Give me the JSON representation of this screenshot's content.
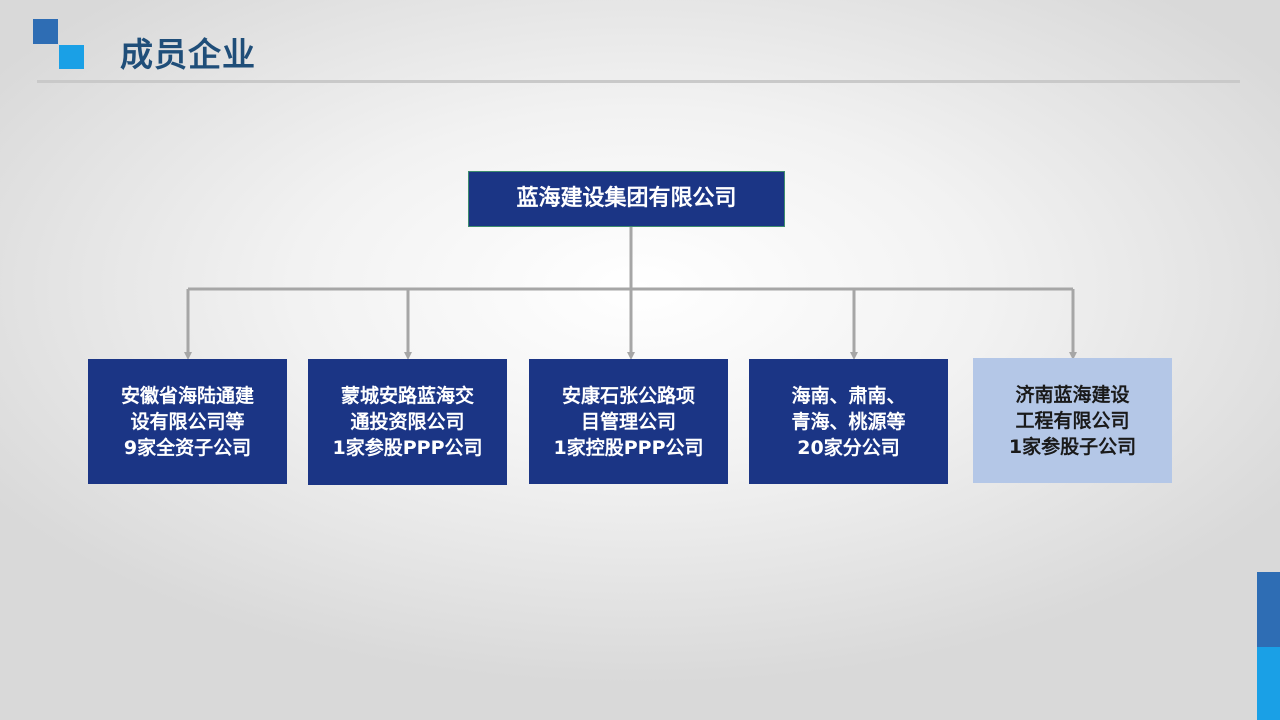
{
  "title": "成员企业",
  "root": {
    "label": "蓝海建设集团有限公司"
  },
  "children": [
    {
      "lines": [
        "安徽省海陆通建",
        "设有限公司等",
        "9家全资子公司"
      ]
    },
    {
      "lines": [
        "蒙城安路蓝海交",
        "通投资限公司",
        "1家参股PPP公司"
      ]
    },
    {
      "lines": [
        "安康石张公路项",
        "目管理公司",
        "1家控股PPP公司"
      ]
    },
    {
      "lines": [
        "海南、肃南、",
        "青海、桃源等",
        "20家分公司"
      ]
    },
    {
      "lines": [
        "济南蓝海建设",
        "工程有限公司",
        "1家参股子公司"
      ]
    }
  ],
  "colors": {
    "title": "#1f4e79",
    "box_dark": "#1b3585",
    "box_light": "#b4c7e7",
    "connector": "#a6a6a6",
    "accent_dark": "#2e6db4",
    "accent_light": "#1aa0e6"
  }
}
